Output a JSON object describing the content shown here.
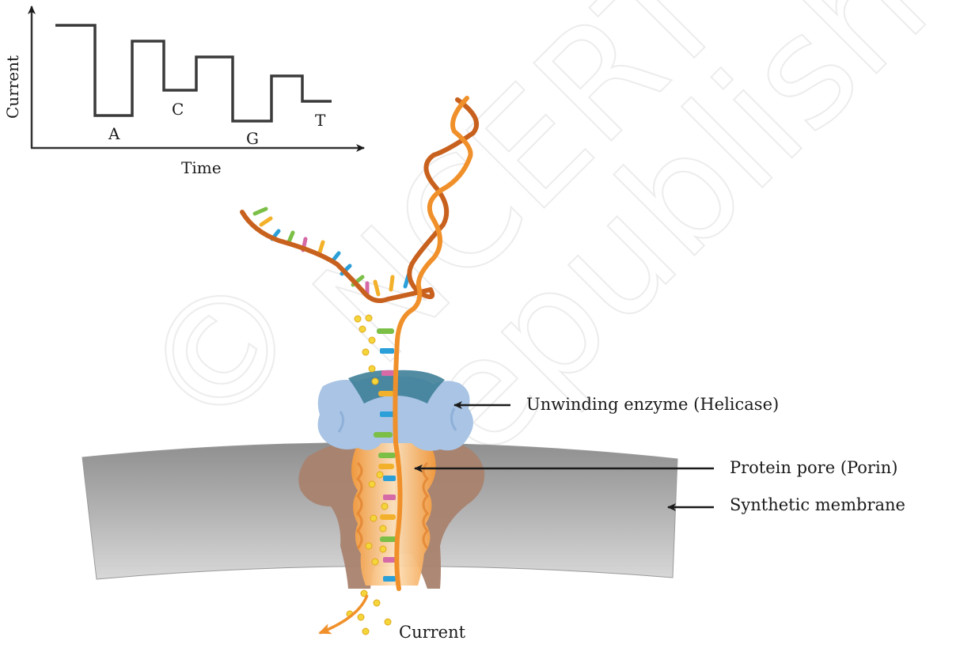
{
  "graph": {
    "y_axis_label": "Current",
    "x_axis_label": "Time",
    "base_labels": [
      "A",
      "C",
      "G",
      "T"
    ]
  },
  "labels": {
    "helicase": "Unwinding enzyme (Helicase)",
    "porin": "Protein pore (Porin)",
    "membrane": "Synthetic membrane",
    "current": "Current"
  },
  "watermark": "© NCERT not to be republished",
  "colors": {
    "dna_strand_dark": "#c8611e",
    "dna_strand_light": "#f0902a",
    "helicase": "#a9c4e4",
    "helicase_top": "#3e7f98",
    "porin": "#a9826e",
    "pore_core": "#f7a24b",
    "membrane": "#b3b3b4",
    "ion": "#f4d53a",
    "base_green": "#7bbf47",
    "base_blue": "#2a9fd8",
    "base_pink": "#d56aa6",
    "base_yellow": "#f3b12b"
  }
}
